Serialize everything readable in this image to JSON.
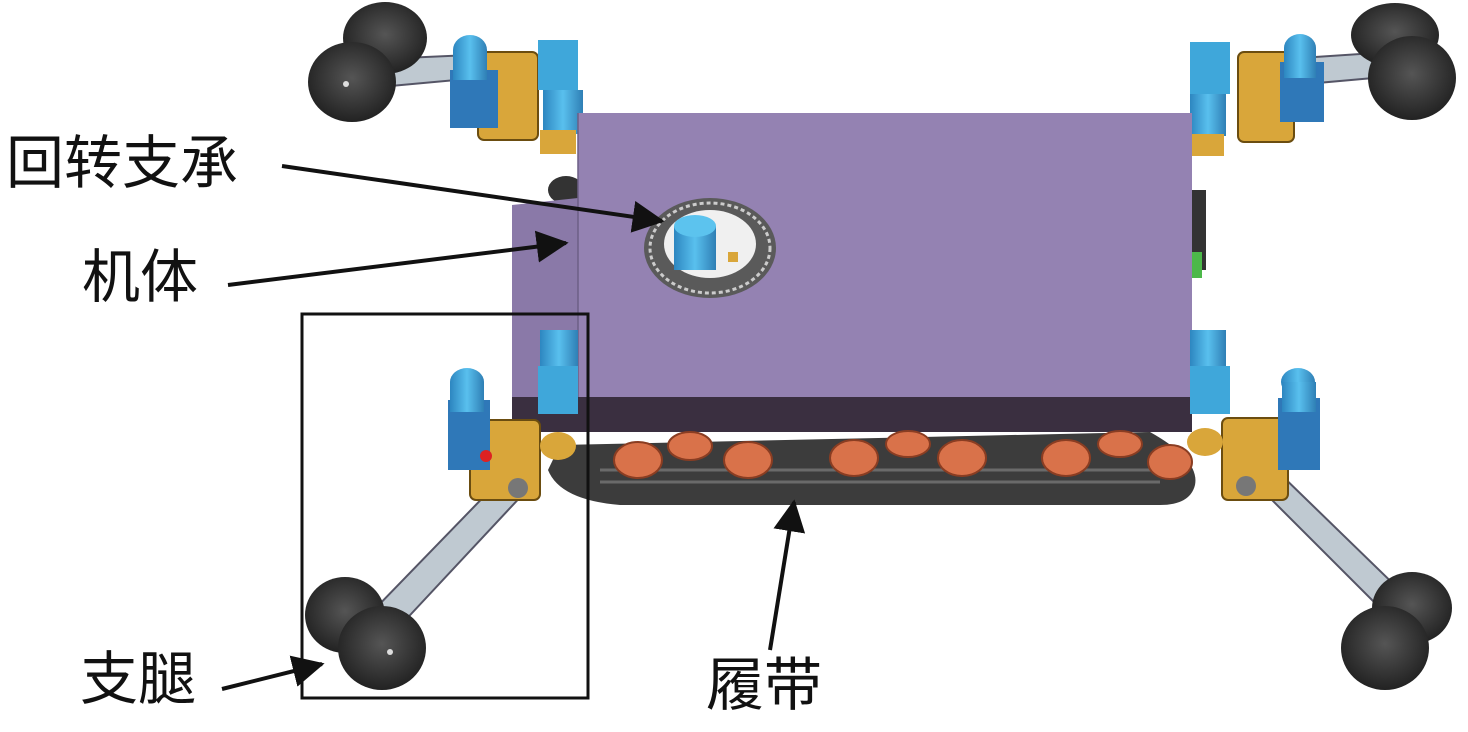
{
  "labels": {
    "slewing_bearing": "回转支承",
    "body": "机体",
    "outrigger": "支腿",
    "track": "履带"
  },
  "colors": {
    "body_top": "#9482B2",
    "body_side": "#8C7BAA",
    "body_base": "#3A2F40",
    "track": "#3C3C3C",
    "roller": "#D9724A",
    "wheel": "#2E2E2E",
    "motor": "#3FA7DA",
    "bracket": "#D9A63A",
    "link": "#B9C4CC"
  },
  "icons": [
    "wheel-icon",
    "motor-icon",
    "bracket-icon",
    "slewing-ring-icon",
    "track-roller-icon",
    "arrow-icon"
  ]
}
